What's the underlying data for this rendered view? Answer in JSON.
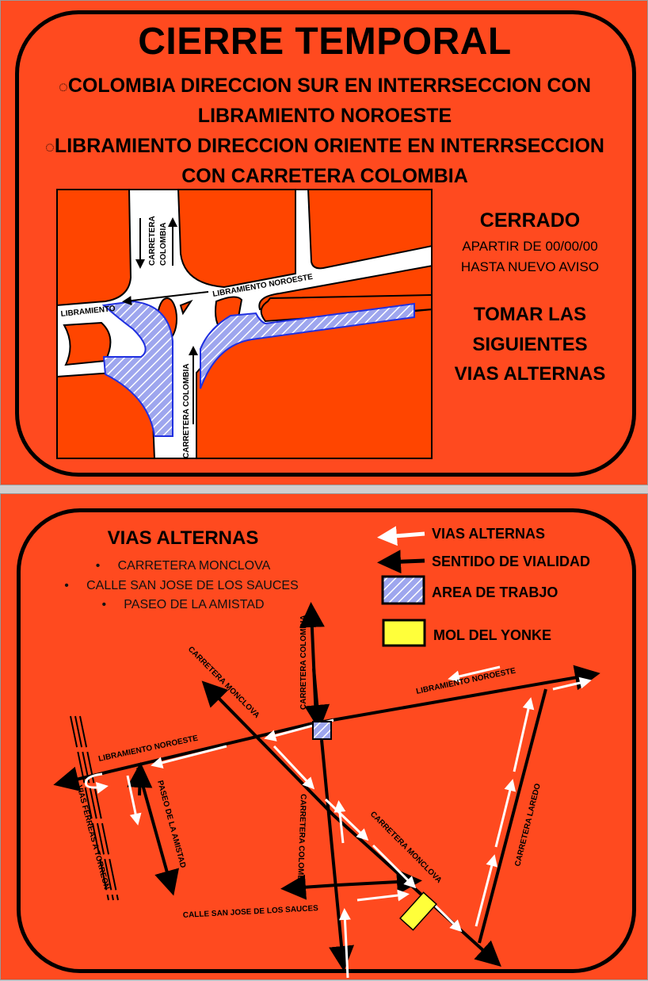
{
  "notice": {
    "title": "CIERRE TEMPORAL",
    "closures": [
      {
        "bullet": "◌",
        "line1": "COLOMBIA DIRECCION SUR EN INTERRSECCION CON",
        "line2": "LIBRAMIENTO NOROESTE"
      },
      {
        "bullet": "◌",
        "line1": "LIBRAMIENTO DIRECCION ORIENTE EN INTERRSECCION",
        "line2": "CON CARRETERA COLOMBIA"
      }
    ],
    "status": "CERRADO",
    "from": "APARTIR DE 00/00/00",
    "until": "HASTA NUEVO AVISO",
    "instruction": [
      "TOMAR LAS",
      "SIGUIENTES",
      "VIAS ALTERNAS"
    ]
  },
  "detail_map": {
    "labels": {
      "colombia_top_1": "CARRETERA",
      "colombia_top_2": "COLOMBIA",
      "libramiento_noroeste": "LIBRAMIENTO NOROESTE",
      "libramiento": "LIBRAMIENTO",
      "colombia_bottom": "CARRETERA COLOMBIA"
    }
  },
  "alternates": {
    "heading": "VIAS ALTERNAS",
    "items": [
      "CARRETERA MONCLOVA",
      "CALLE SAN JOSE DE LOS SAUCES",
      "PASEO DE LA AMISTAD"
    ],
    "bullet": "•"
  },
  "legend": [
    {
      "label": "VIAS ALTERNAS",
      "symbol": "white-arrow"
    },
    {
      "label": "SENTIDO DE VIALIDAD",
      "symbol": "black-arrow"
    },
    {
      "label": "AREA DE TRABJO",
      "symbol": "hatched-box"
    },
    {
      "label": "MOL DEL YONKE",
      "symbol": "yellow-box"
    }
  ],
  "overview_map": {
    "labels": {
      "colombia_north": "CARRETERA COLOMBIA",
      "monclova_north": "CARRETERA MONCLOVA",
      "libramiento_east": "LIBRAMIENTO NOROESTE",
      "libramiento_west": "LIBRAMIENTO NOROESTE",
      "paseo": "PASEO DE LA AMISTAD",
      "vias_ferreas": "VIAS FERREAS A TORREON",
      "colombia_south": "CARRETERA COLOMBIA",
      "monclova_south": "CARRETERA MONCLOVA",
      "laredo": "CARRETERA LAREDO",
      "san_jose": "CALLE SAN JOSE DE LOS SAUCES"
    }
  },
  "colors": {
    "background": "#ff4a1f",
    "map_block": "#ff4500",
    "work_area": "#9ea6ee",
    "work_border": "#1f2fe0",
    "mall": "#ffff3a"
  }
}
